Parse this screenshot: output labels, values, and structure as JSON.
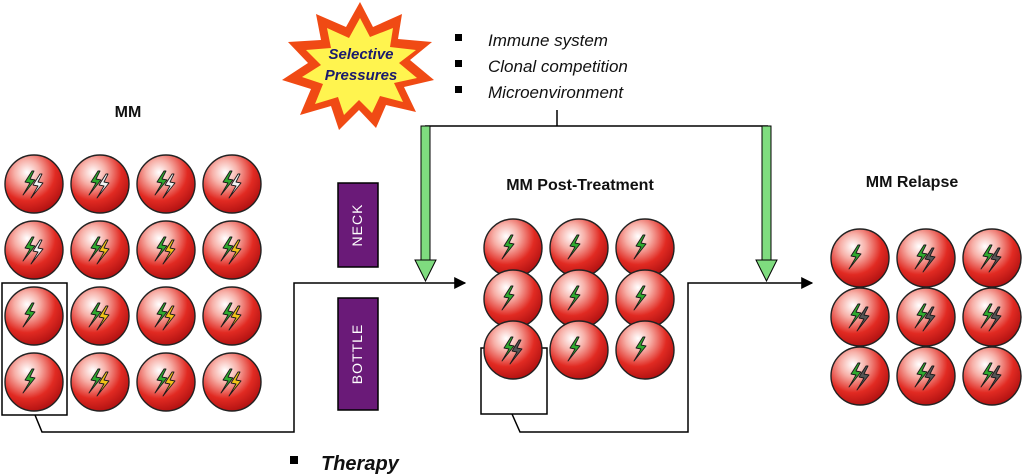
{
  "titles": {
    "mm": "MM",
    "post_treatment": "MM Post-Treatment",
    "relapse": "MM Relapse"
  },
  "selective_pressures": {
    "line1": "Selective",
    "line2": "Pressures",
    "factors": [
      "Immune system",
      "Clonal competition",
      "Microenvironment"
    ]
  },
  "bottleneck": {
    "neck": "NECK",
    "bottle": "BOTTLE"
  },
  "therapy": "Therapy",
  "colors": {
    "cell_red": "#e02020",
    "bolt_green": "#2faa2f",
    "bolt_yellow": "#f2c318",
    "bolt_white": "#f2f2f2",
    "bolt_dark": "#555555",
    "bottleneck_purple": "#6a1a78",
    "arrow_green": "#7fdc7f",
    "burst_orange": "#f04a14",
    "burst_yellow": "#fff44f"
  },
  "groups": [
    {
      "id": "mm",
      "rows": [
        [
          [
            "green",
            "white"
          ],
          [
            "green",
            "white"
          ],
          [
            "green",
            "white"
          ],
          [
            "green",
            "white"
          ]
        ],
        [
          [
            "green",
            "white"
          ],
          [
            "green",
            "yellow"
          ],
          [
            "green",
            "yellow"
          ],
          [
            "green",
            "yellow"
          ]
        ],
        [
          [
            "green"
          ],
          [
            "green",
            "yellow"
          ],
          [
            "green",
            "yellow"
          ],
          [
            "green",
            "yellow"
          ]
        ],
        [
          [
            "green"
          ],
          [
            "green",
            "yellow"
          ],
          [
            "green",
            "yellow"
          ],
          [
            "green",
            "yellow"
          ]
        ]
      ]
    },
    {
      "id": "post",
      "rows": [
        [
          [
            "green"
          ],
          [
            "green"
          ],
          [
            "green"
          ]
        ],
        [
          [
            "green"
          ],
          [
            "green"
          ],
          [
            "green"
          ]
        ],
        [
          [
            "green",
            "dark"
          ],
          [
            "green"
          ],
          [
            "green"
          ]
        ]
      ]
    },
    {
      "id": "relapse",
      "rows": [
        [
          [
            "green"
          ],
          [
            "green",
            "dark"
          ],
          [
            "green",
            "dark"
          ]
        ],
        [
          [
            "green",
            "dark"
          ],
          [
            "green",
            "dark"
          ],
          [
            "green",
            "dark"
          ]
        ],
        [
          [
            "green",
            "dark"
          ],
          [
            "green",
            "dark"
          ],
          [
            "green",
            "dark"
          ]
        ]
      ]
    }
  ]
}
